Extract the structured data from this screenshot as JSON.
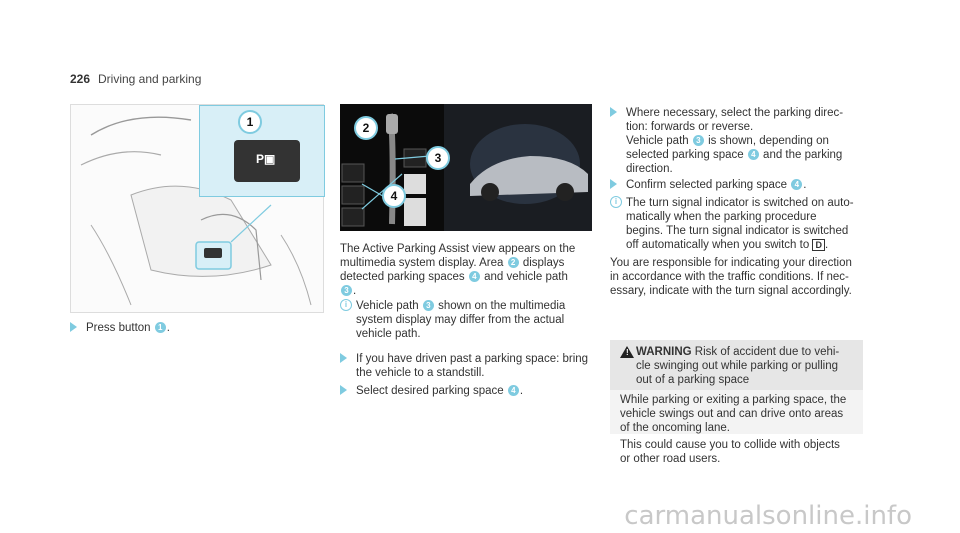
{
  "header": {
    "page_number": "226",
    "section": "Driving and parking"
  },
  "left": {
    "step1_prefix": "Press button",
    "step1_badge": "1",
    "step1_suffix": ".",
    "callout": "1"
  },
  "middle": {
    "callouts": [
      "2",
      "3",
      "4"
    ],
    "intro_a": "The Active Parking Assist view appears on the",
    "intro_b": "multimedia system display. Area",
    "intro_b_badge": "2",
    "intro_b_end": "displays",
    "intro_c": "detected parking spaces",
    "intro_c_badge": "4",
    "intro_c_end": "and vehicle path",
    "intro_d_badge": "3",
    "intro_d_end": ".",
    "note_a": "Vehicle path",
    "note_a_badge": "3",
    "note_a_end": "shown on the multimedia",
    "note_b": "system display may differ from the actual",
    "note_c": "vehicle path.",
    "step2_a": "If you have driven past a parking space: bring",
    "step2_b": "the vehicle to a standstill.",
    "step3_a": "Select desired parking space",
    "step3_badge": "4",
    "step3_end": "."
  },
  "right": {
    "s1_a": "Where necessary, select the parking direc-",
    "s1_b": "tion: forwards or reverse.",
    "s1_c": "Vehicle path",
    "s1_c_badge": "3",
    "s1_c_end": "is shown, depending on",
    "s1_d": "selected parking space",
    "s1_d_badge": "4",
    "s1_d_end": "and the parking",
    "s1_e": "direction.",
    "s2": "Confirm selected parking space",
    "s2_badge": "4",
    "s2_end": ".",
    "note_a": "The turn signal indicator is switched on auto-",
    "note_b": "matically when the parking procedure",
    "note_c": "begins. The turn signal indicator is switched",
    "note_d": "off automatically when you switch to",
    "note_d_key": "D",
    "note_d_end": ".",
    "p_a": "You are responsible for indicating your direction",
    "p_b": "in accordance with the traffic conditions. If nec-",
    "p_c": "essary, indicate with the turn signal accordingly.",
    "warn_title": "WARNING",
    "warn_head_a": "Risk of accident due to vehi-",
    "warn_head_b": "cle swinging out while parking or pulling",
    "warn_head_c": "out of a parking space",
    "warn_p1_a": "While parking or exiting a parking space, the",
    "warn_p1_b": "vehicle swings out and can drive onto areas",
    "warn_p1_c": "of the oncoming lane.",
    "warn_p2_a": "This could cause you to collide with objects",
    "warn_p2_b": "or other road users."
  },
  "footer": {
    "watermark": "carmanualsonline.info"
  },
  "colors": {
    "accent": "#7fcbe0",
    "display_bg": "#0d0d0d"
  }
}
